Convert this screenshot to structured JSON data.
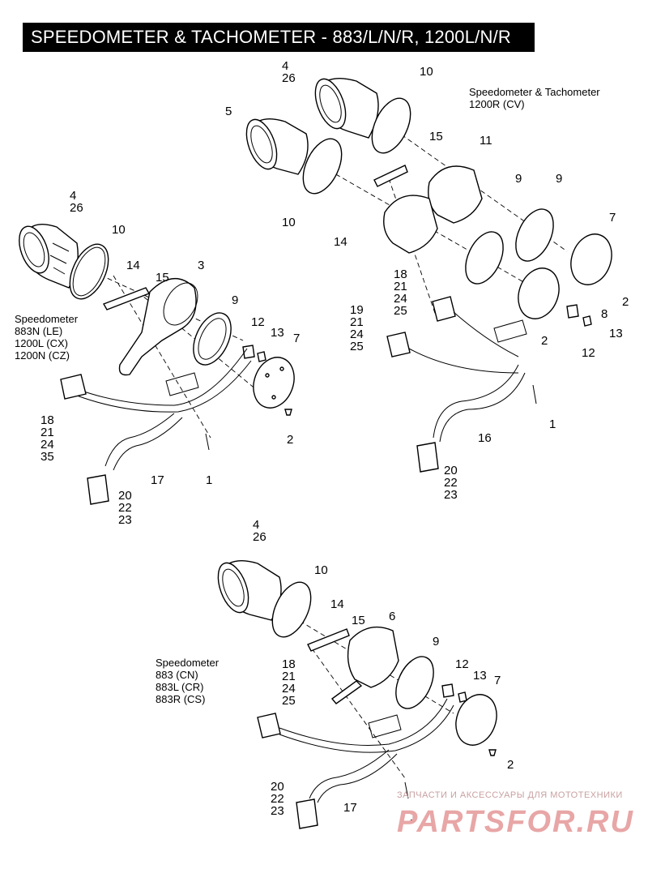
{
  "title": "SPEEDOMETER & TACHOMETER - 883/L/N/R, 1200L/N/R",
  "captions": {
    "top_right": "Speedometer & Tachometer\n1200R (CV)",
    "left": "Speedometer\n883N (LE)\n1200L (CX)\n1200N (CZ)",
    "bottom": "Speedometer\n883 (CN)\n883L (CR)\n883R (CS)"
  },
  "callouts": {
    "a_4_26": "4\n26",
    "a_10": "10",
    "a_14": "14",
    "a_15": "15",
    "a_3": "3",
    "a_9": "9",
    "a_12": "12",
    "a_13": "13",
    "a_7": "7",
    "a_2": "2",
    "a_1": "1",
    "a_17": "17",
    "a_18_set": "18\n21\n24\n35",
    "a_20_set": "20\n22\n23",
    "b_4_26": "4\n26",
    "b_10a": "10",
    "b_5": "5",
    "b_10b": "10",
    "b_15": "15",
    "b_11": "11",
    "b_9a": "9",
    "b_9b": "9",
    "b_7": "7",
    "b_14": "14",
    "b_18_set": "18\n21\n24\n25",
    "b_19_set": "19\n21\n24\n25",
    "b_2a": "2",
    "b_8": "8",
    "b_2b": "2",
    "b_13": "13",
    "b_12": "12",
    "b_1": "1",
    "b_16": "16",
    "b_20_set": "20\n22\n23",
    "c_4_26": "4\n26",
    "c_10": "10",
    "c_14": "14",
    "c_15": "15",
    "c_6": "6",
    "c_9": "9",
    "c_12": "12",
    "c_13": "13",
    "c_7": "7",
    "c_2": "2",
    "c_18_set": "18\n21\n24\n25",
    "c_17": "17",
    "c_1": "1",
    "c_20_set": "20\n22\n23"
  },
  "watermark": {
    "line1": "ЗАПЧАСТИ И АКСЕССУАРЫ ДЛЯ МОТОТЕХНИКИ",
    "line2": "PARTSFOR.RU"
  }
}
